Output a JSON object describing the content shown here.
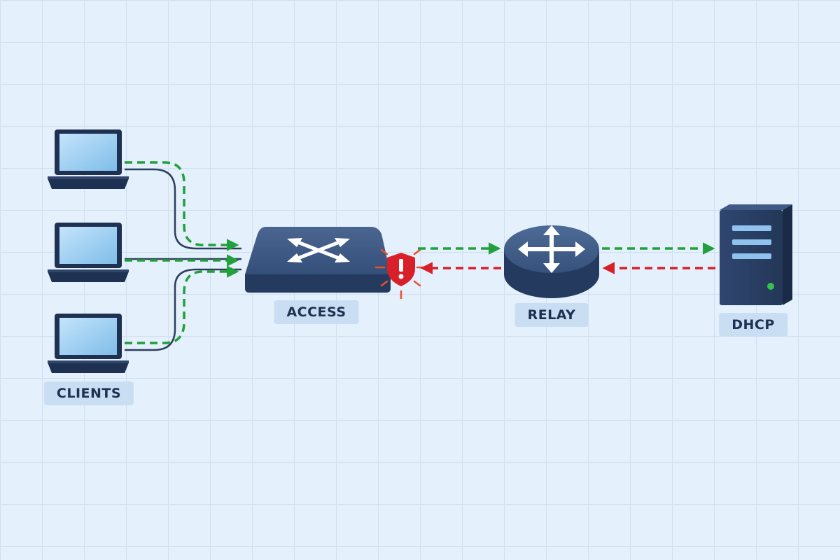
{
  "labels": {
    "clients": "CLIENTS",
    "access": "ACCESS",
    "relay": "RELAY",
    "dhcp": "DHCP"
  },
  "colors": {
    "background": "#e4f0fb",
    "allowed_flow": "#22a03c",
    "blocked_flow": "#d8202a",
    "cable": "#2c3e5c",
    "device_dark": "#2e4468",
    "screen": "#9fd0f4",
    "alert": "#d8202a",
    "label_bg": "#c9def3"
  },
  "icons": {
    "clients": "laptop-icon",
    "access": "switch-icon",
    "relay": "router-icon",
    "dhcp": "server-icon",
    "guard": "shield-alert-icon"
  }
}
